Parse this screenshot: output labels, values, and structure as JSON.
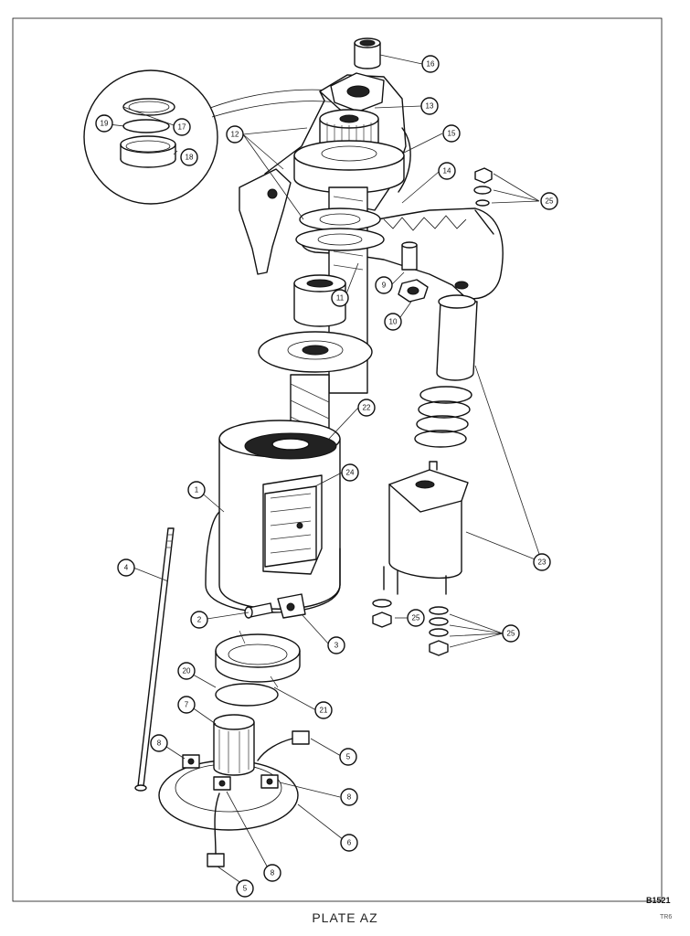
{
  "plate": {
    "caption": "PLATE AZ",
    "drawing_code": "B1521",
    "page_code": "TR6"
  },
  "callouts": [
    {
      "id": "c1",
      "label": "1"
    },
    {
      "id": "c2",
      "label": "2"
    },
    {
      "id": "c3",
      "label": "3"
    },
    {
      "id": "c4",
      "label": "4"
    },
    {
      "id": "c5a",
      "label": "5"
    },
    {
      "id": "c5b",
      "label": "5"
    },
    {
      "id": "c6",
      "label": "6"
    },
    {
      "id": "c7",
      "label": "7"
    },
    {
      "id": "c8a",
      "label": "8"
    },
    {
      "id": "c8b",
      "label": "8"
    },
    {
      "id": "c8c",
      "label": "8"
    },
    {
      "id": "c9",
      "label": "9"
    },
    {
      "id": "c10",
      "label": "10"
    },
    {
      "id": "c11",
      "label": "11"
    },
    {
      "id": "c12",
      "label": "12"
    },
    {
      "id": "c13",
      "label": "13"
    },
    {
      "id": "c14",
      "label": "14"
    },
    {
      "id": "c15",
      "label": "15"
    },
    {
      "id": "c16",
      "label": "16"
    },
    {
      "id": "c17",
      "label": "17"
    },
    {
      "id": "c18",
      "label": "18"
    },
    {
      "id": "c19",
      "label": "19"
    },
    {
      "id": "c20",
      "label": "20"
    },
    {
      "id": "c21",
      "label": "21"
    },
    {
      "id": "c22",
      "label": "22"
    },
    {
      "id": "c23",
      "label": "23"
    },
    {
      "id": "c24",
      "label": "24"
    },
    {
      "id": "c25a",
      "label": "25"
    },
    {
      "id": "c25b",
      "label": "25"
    },
    {
      "id": "c25c",
      "label": "25"
    }
  ]
}
